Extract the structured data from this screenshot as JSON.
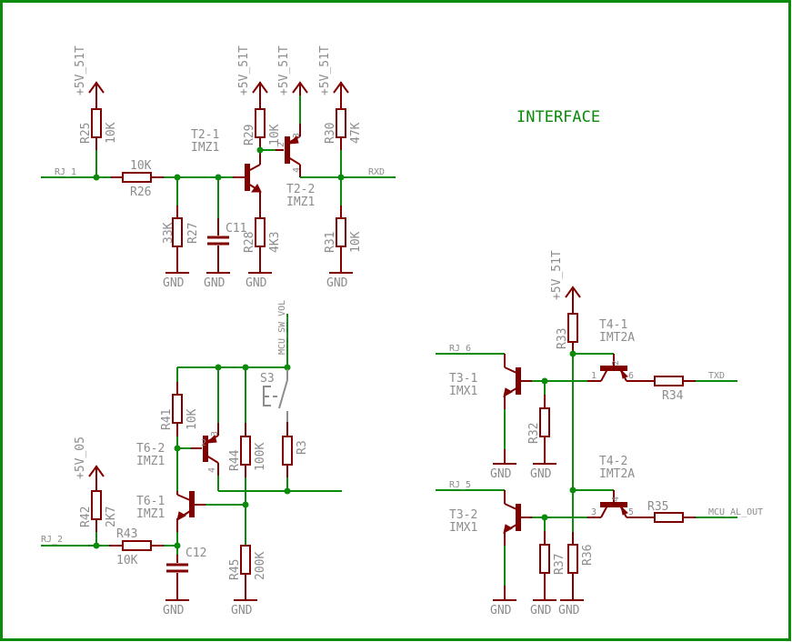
{
  "sheet": {
    "title": "INTERFACE",
    "colors": {
      "wire": "#0b8a0b",
      "part": "#800000",
      "text": "#8c8c8c",
      "title": "#0b8a0b"
    }
  },
  "supplies": {
    "v5_51t": "+5V_51T",
    "v5_05": "+5V_05",
    "gnd": "GND"
  },
  "nets": {
    "rj1": "RJ_1",
    "rj2": "RJ_2",
    "rj5": "RJ_5",
    "rj6": "RJ_6",
    "rxd": "RXD",
    "txd": "TXD",
    "mcu_sw_vol": "MCU_SW_VOL",
    "mcu_al_out": "MCU_AL_OUT"
  },
  "resistors": {
    "R25": {
      "name": "R25",
      "value": "10K"
    },
    "R26": {
      "name": "R26",
      "value": "10K"
    },
    "R27": {
      "name": "R27",
      "value": "33K"
    },
    "R28": {
      "name": "R28",
      "value": "4K3"
    },
    "R29": {
      "name": "R29",
      "value": "10K"
    },
    "R30": {
      "name": "R30",
      "value": "47K"
    },
    "R31": {
      "name": "R31",
      "value": "10K"
    },
    "R32": {
      "name": "R32"
    },
    "R33": {
      "name": "R33"
    },
    "R34": {
      "name": "R34"
    },
    "R35": {
      "name": "R35"
    },
    "R36": {
      "name": "R36"
    },
    "R37": {
      "name": "R37"
    },
    "R3": {
      "name": "R3"
    },
    "R41": {
      "name": "R41",
      "value": "10K"
    },
    "R42": {
      "name": "R42",
      "value": "2K7"
    },
    "R43": {
      "name": "R43",
      "value": "10K"
    },
    "R44": {
      "name": "R44",
      "value": "100K"
    },
    "R45": {
      "name": "R45",
      "value": "200K"
    }
  },
  "capacitors": {
    "C11": {
      "name": "C11"
    },
    "C12": {
      "name": "C12"
    }
  },
  "switches": {
    "S3": {
      "name": "S3"
    }
  },
  "transistors": {
    "T2_1": {
      "name": "T2-1",
      "part": "IMZ1"
    },
    "T2_2": {
      "name": "T2-2",
      "part": "IMZ1",
      "pins": [
        "2",
        "3",
        "4"
      ]
    },
    "T6_1": {
      "name": "T6-1",
      "part": "IMZ1"
    },
    "T6_2": {
      "name": "T6-2",
      "part": "IMZ1",
      "pins": [
        "2",
        "3",
        "4"
      ]
    },
    "T3_1": {
      "name": "T3-1",
      "part": "IMX1"
    },
    "T3_2": {
      "name": "T3-2",
      "part": "IMX1"
    },
    "T4_1": {
      "name": "T4-1",
      "part": "IMT2A",
      "pins": [
        "1",
        "2",
        "6"
      ]
    },
    "T4_2": {
      "name": "T4-2",
      "part": "IMT2A",
      "pins": [
        "3",
        "4",
        "5"
      ]
    }
  }
}
